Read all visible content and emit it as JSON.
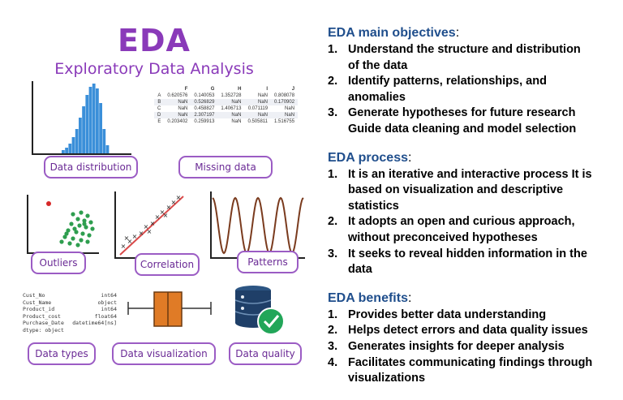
{
  "infographic": {
    "title": "EDA",
    "subtitle": "Exploratory Data Analysis",
    "labels": {
      "data_distribution": "Data distribution",
      "missing_data": "Missing data",
      "outliers": "Outliers",
      "correlation": "Correlation",
      "patterns": "Patterns",
      "data_types": "Data types",
      "data_visualization": "Data visualization",
      "data_quality": "Data quality"
    },
    "missing_table": {
      "columns": [
        "",
        "F",
        "G",
        "H",
        "I",
        "J"
      ],
      "rows": [
        [
          "A",
          "0.620576",
          "0.140053",
          "1.352728",
          "NaN",
          "0.808078"
        ],
        [
          "B",
          "NaN",
          "0.526829",
          "NaN",
          "NaN",
          "0.170902"
        ],
        [
          "C",
          "NaN",
          "0.458827",
          "1.406713",
          "0.071119",
          "NaN"
        ],
        [
          "D",
          "NaN",
          "2.307197",
          "NaN",
          "NaN",
          "NaN"
        ],
        [
          "E",
          "0.203402",
          "0.259913",
          "NaN",
          "0.505811",
          "1.516755"
        ]
      ]
    },
    "dtypes": [
      {
        "name": "Cust_No",
        "type": "int64"
      },
      {
        "name": "Cust_Name",
        "type": "object"
      },
      {
        "name": "Product_id",
        "type": "int64"
      },
      {
        "name": "Product_cost",
        "type": "float64"
      },
      {
        "name": "Purchase_Date",
        "type": "datetime64[ns]"
      },
      {
        "name": "dtype: object",
        "type": ""
      }
    ]
  },
  "sections": [
    {
      "title": "EDA main objectives",
      "items": [
        "Understand the structure and distribution\nof the data",
        "Identify patterns, relationships, and\nanomalies",
        "Generate hypotheses for future research\nGuide data cleaning and model selection"
      ]
    },
    {
      "title": "EDA process",
      "items": [
        "It is an iterative and interactive process It is\nbased on visualization and descriptive\nstatistics",
        "It adopts an open and curious approach,\nwithout preconceived hypotheses",
        "It seeks to reveal hidden information in the\ndata"
      ]
    },
    {
      "title": "EDA benefits",
      "items": [
        "Provides better data understanding",
        "Helps detect errors and data quality issues",
        "Generates insights for deeper analysis",
        "Facilitates communicating findings through\nvisualizations"
      ]
    }
  ],
  "colors": {
    "accent_purple": "#8a3ab9",
    "heading_blue": "#1f4e8c",
    "hist_blue": "#3b8fd9",
    "outlier_green": "#2e9e4f",
    "outlier_red": "#d62828",
    "box_orange": "#e07b26",
    "db_navy": "#1f3f68",
    "check_green": "#22a659"
  }
}
